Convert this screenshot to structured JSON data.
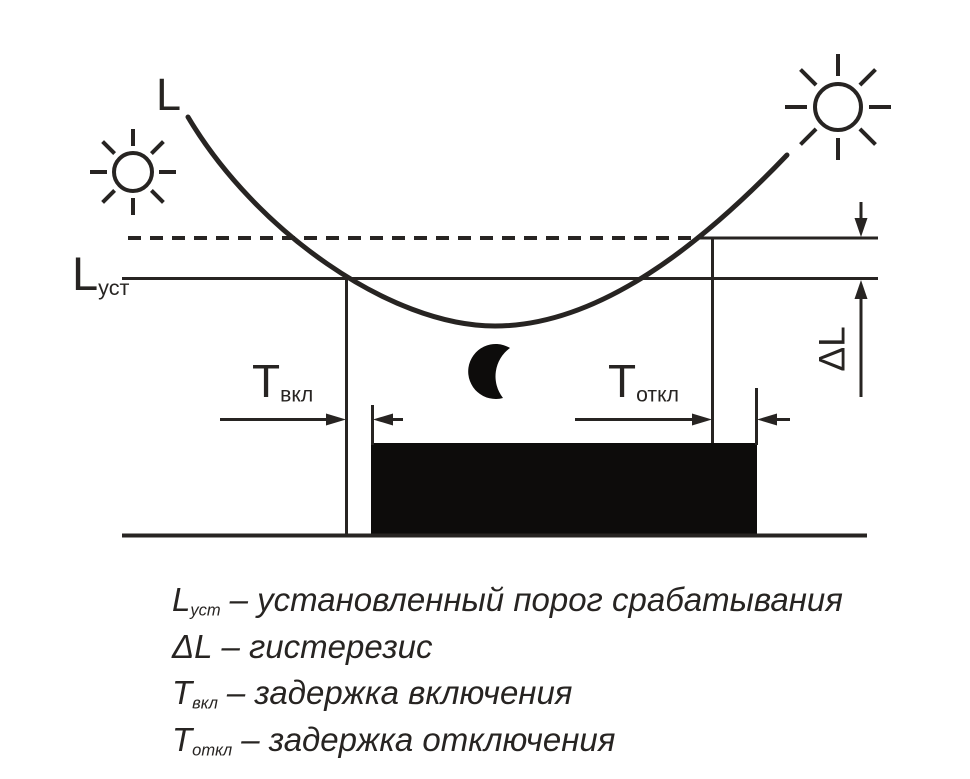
{
  "colors": {
    "ink": "#272422",
    "fill": "#0d0c0b",
    "background": "#ffffff"
  },
  "diagram": {
    "curve_label": "L",
    "threshold_label": {
      "main": "L",
      "sub": "уст"
    },
    "hysteresis_label": "ΔL",
    "t_on_label": {
      "main": "T",
      "sub": "вкл"
    },
    "t_off_label": {
      "main": "T",
      "sub": "откл"
    },
    "icons": {
      "sun_left": "sun-icon",
      "sun_right": "sun-icon",
      "moon": "moon-icon"
    }
  },
  "legend": {
    "items": [
      {
        "term_main": "L",
        "term_sub": "уст",
        "definition": "– установленный порог срабатывания"
      },
      {
        "term_main": "ΔL",
        "term_sub": "",
        "definition": "– гистерезис"
      },
      {
        "term_main": "T",
        "term_sub": "вкл",
        "definition": "– задержка включения"
      },
      {
        "term_main": "T",
        "term_sub": "откл",
        "definition": "– задержка отключения"
      }
    ]
  }
}
